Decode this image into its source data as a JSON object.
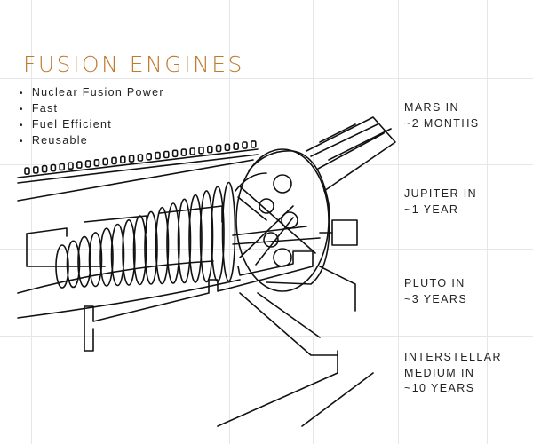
{
  "title": "FUSION ENGINES",
  "features": [
    "Nuclear Fusion Power",
    "Fast",
    "Fuel Efficient",
    "Reusable"
  ],
  "destinations": [
    {
      "line1": "MARS IN",
      "line2": "~2 MONTHS"
    },
    {
      "line1": "JUPITER IN",
      "line2": "~1 YEAR"
    },
    {
      "line1": "PLUTO IN",
      "line2": "~3 YEARS"
    },
    {
      "line1": "INTERSTELLAR",
      "line2": "MEDIUM IN",
      "line3": "~10 YEARS"
    }
  ],
  "colors": {
    "title": "#c07a2c",
    "text": "#222222",
    "grid": "#e6e6ea",
    "lineart": "#111111"
  }
}
